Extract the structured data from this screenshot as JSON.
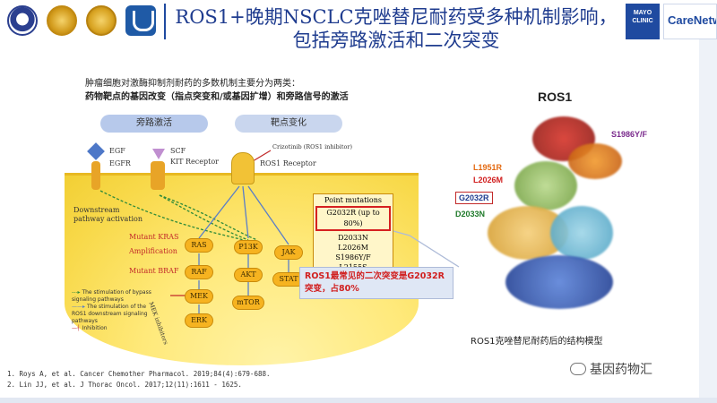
{
  "header": {
    "title_line1": "ROS1+晚期NSCLC克唑替尼耐药受多种机制影响，",
    "title_line2": "包括旁路激活和二次突变",
    "mayo_line1": "MAYO",
    "mayo_line2": "CLINIC",
    "carenet": "CareNetw"
  },
  "intro": {
    "line1": "肿瘤细胞对激酶抑制剂耐药的多数机制主要分为两类：",
    "line2": "药物靶点的基因改变（指点突变和/或基因扩增）和旁路信号的激活"
  },
  "diagram": {
    "pill_bypass": "旁路激活",
    "pill_target": "靶点变化",
    "egf": "EGF",
    "egfr": "EGFR",
    "scf": "SCF",
    "kit": "KIT Receptor",
    "crizotinib": "Crizotinib (ROS1 inhibitor)",
    "ros1_receptor": "ROS1 Receptor",
    "downstream_1": "Downstream",
    "downstream_2": "pathway activation",
    "mutant_kras": "Mutant KRAS",
    "amplification": "Amplification",
    "mutant_braf": "Mutant BRAF",
    "mek_inhibitors": "MEK inhibitors",
    "nodes": {
      "ras": "RAS",
      "raf": "RAF",
      "mek": "MEK",
      "erk": "ERK",
      "p13k": "P13K",
      "akt": "AKT",
      "mtor": "mTOR",
      "jak": "JAK",
      "stat": "STAT"
    },
    "mutations": {
      "title": "Point mutations",
      "highlight": "G2032R (up to 80%)",
      "items": [
        "D2033N",
        "L2026M",
        "S1986Y/F",
        "L2155S"
      ]
    },
    "callout": "ROS1最常见的二次突变是G2032R突变，占80%",
    "legend": {
      "l1": "The stimulation of bypass signaling pathways",
      "l2": "The stimulation of the ROS1 downstream signaling pathways",
      "l3": "Inhibition"
    }
  },
  "structure": {
    "title": "ROS1",
    "s1986": "S1986Y/F",
    "l1951": "L1951R",
    "l2026": "L2026M",
    "g2032": "G2032R",
    "d2033": "D2033N",
    "caption": "ROS1克唑替尼耐药后的结构模型"
  },
  "refs": {
    "r1": "1.  Roys A, et al. Cancer Chemother Pharmacol. 2019;84(4):679-688.",
    "r2": "2.  Lin JJ, et al. J Thorac Oncol. 2017;12(11):1611 - 1625."
  },
  "watermark": "基因药物汇",
  "colors": {
    "title": "#1f3c8f",
    "callout_text": "#d12020",
    "highlight_border": "#d62020",
    "mut_orange": "#e36a12",
    "mut_red": "#d12020",
    "mut_purple": "#7a2a8c",
    "mut_green": "#1f7a2a",
    "mut_blue": "#1f3c8f"
  }
}
